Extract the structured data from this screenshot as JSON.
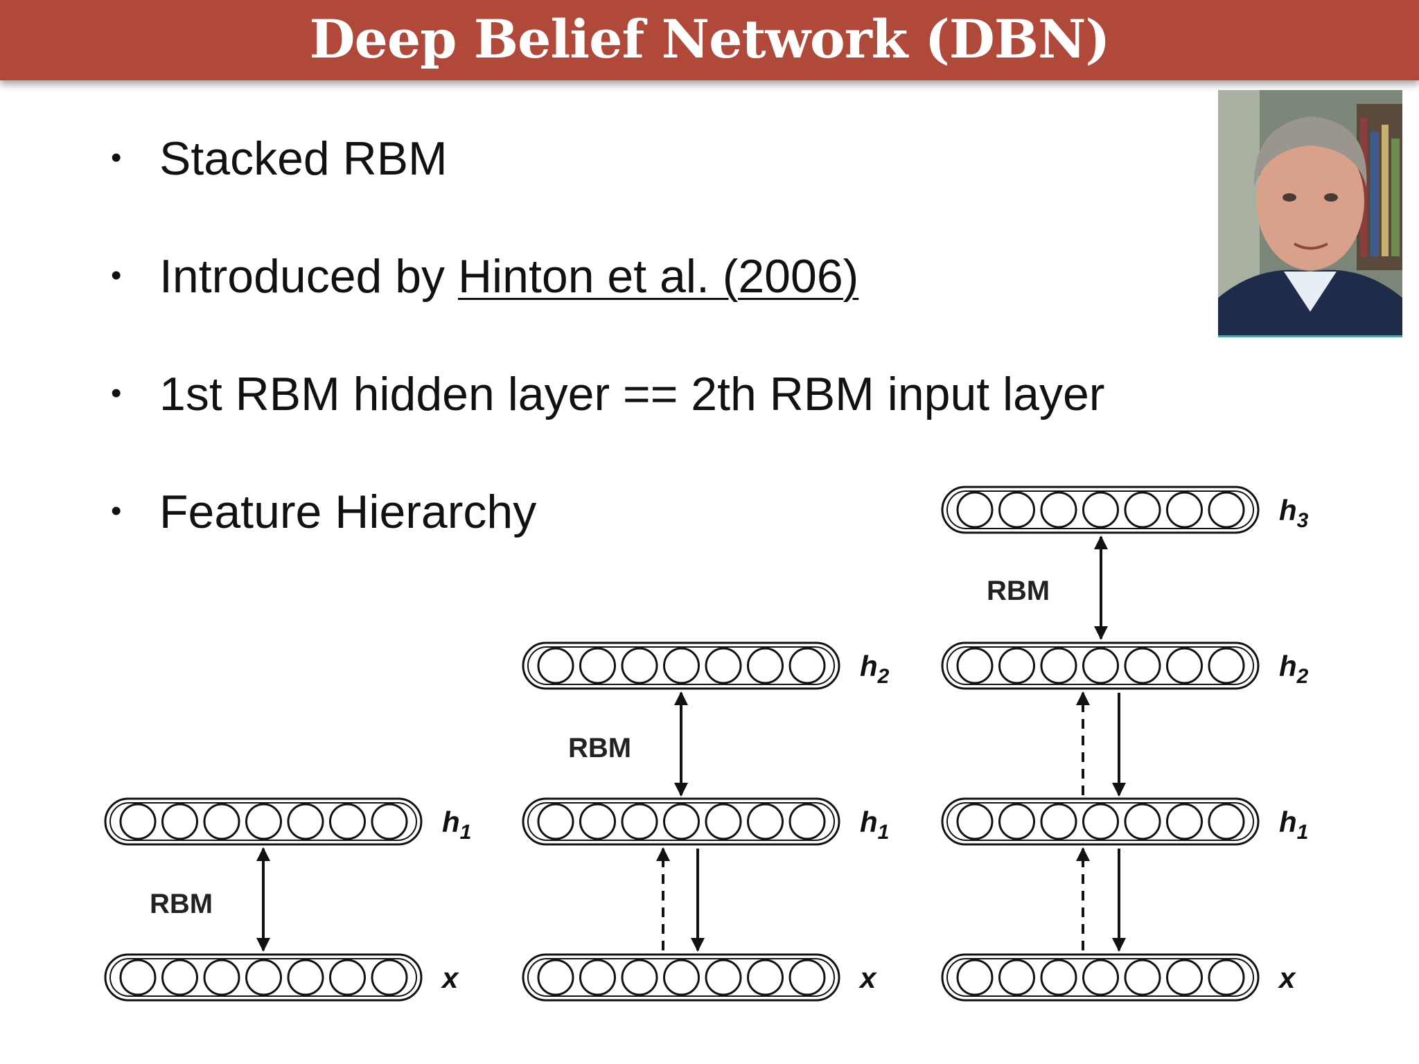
{
  "title": "Deep Belief Network (DBN)",
  "bullets": {
    "b1": "Stacked RBM",
    "b2_prefix": "Introduced by ",
    "b2_link": "Hinton et al. (2006)",
    "b3": "1st RBM hidden layer == 2th RBM input layer",
    "b4": "Feature Hierarchy"
  },
  "bullet_glyph": "•",
  "diagram": {
    "rbm_label": "RBM",
    "layer_labels": {
      "x": "x",
      "h1": "h",
      "h2": "h",
      "h3": "h"
    },
    "layer_subscripts": {
      "h1": "1",
      "h2": "2",
      "h3": "3"
    }
  },
  "colors": {
    "title_bar": "#b0493a",
    "title_text": "#ffffff",
    "text": "#111111"
  }
}
